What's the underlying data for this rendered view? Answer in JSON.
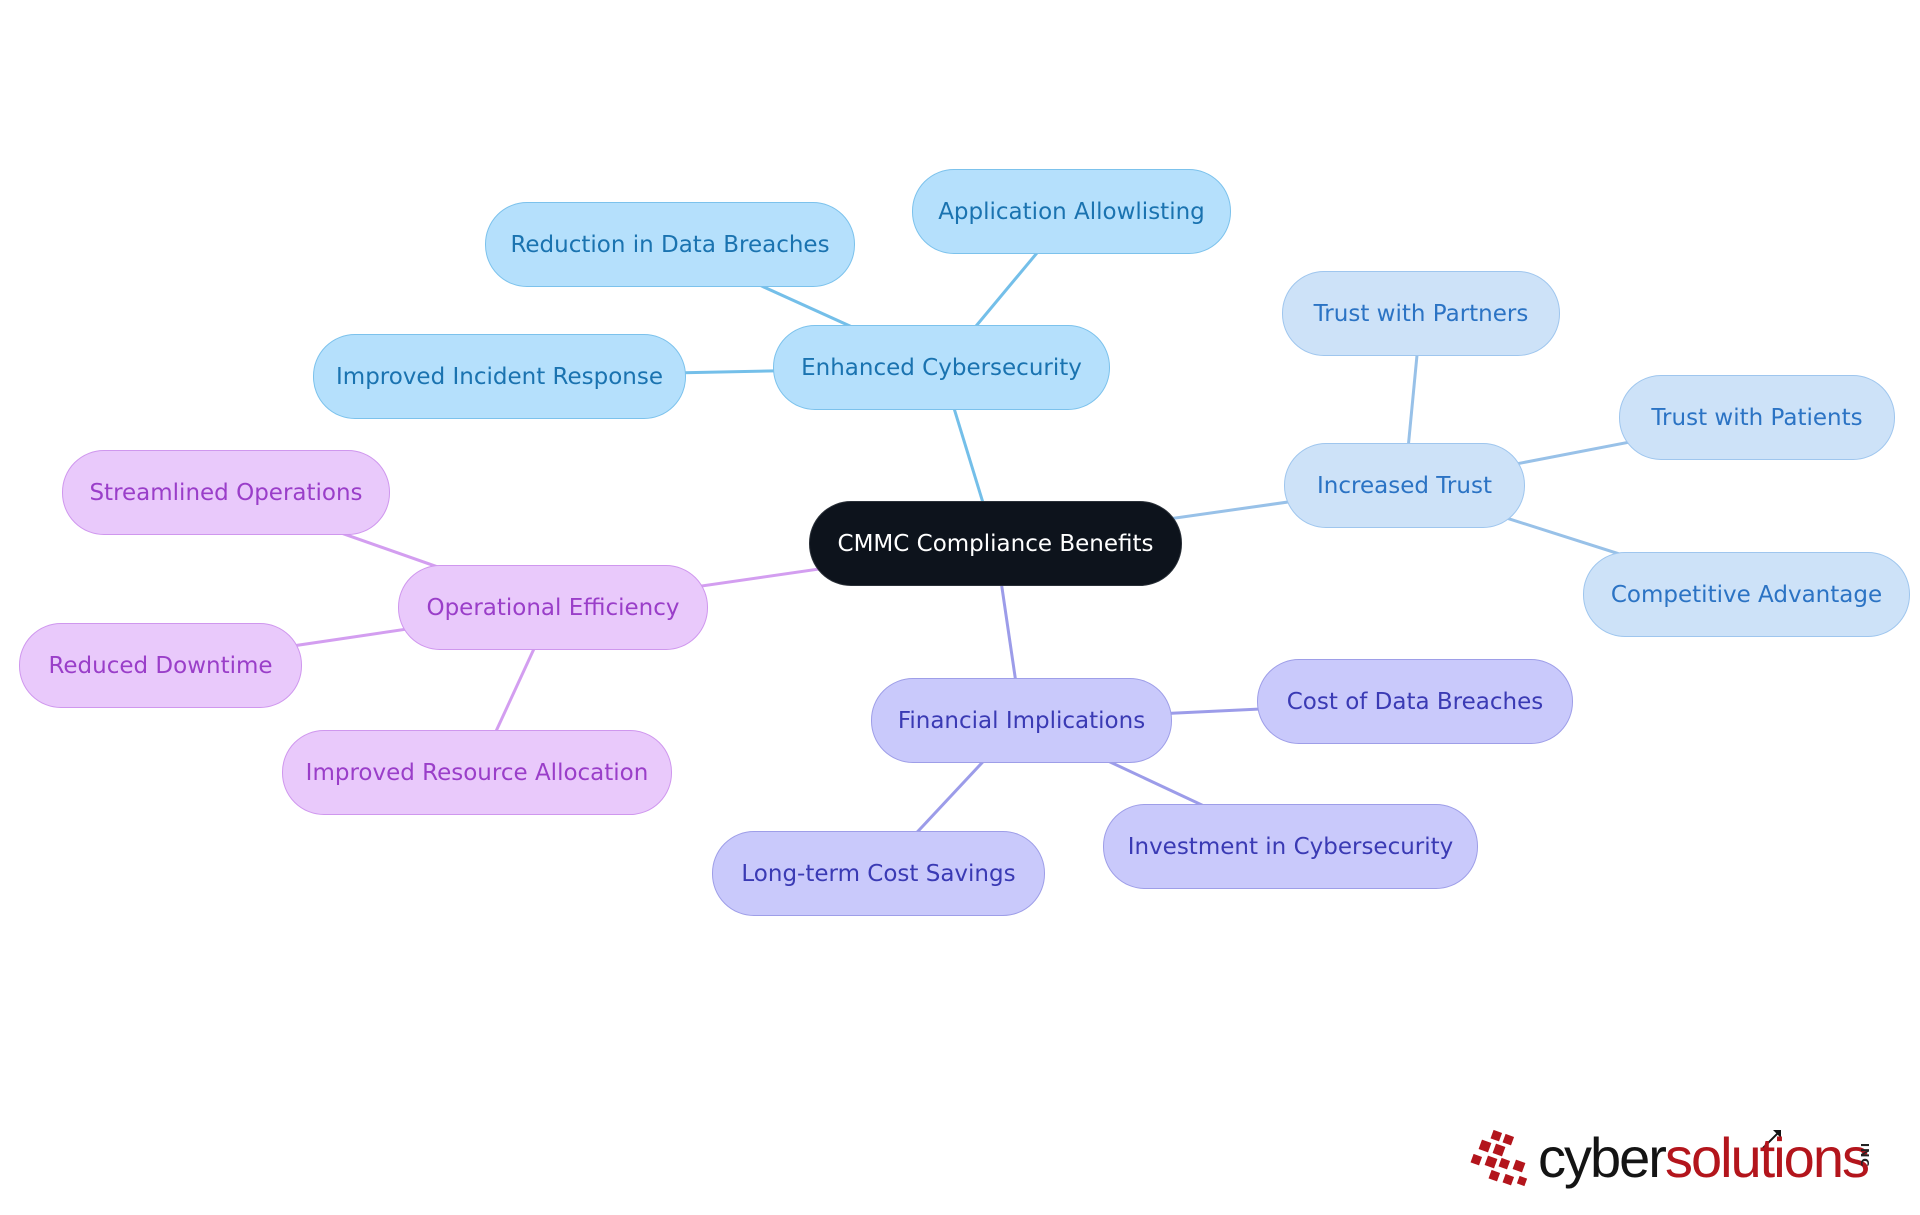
{
  "diagram": {
    "root": {
      "id": "root",
      "label": "CMMC Compliance Benefits"
    },
    "branches": [
      {
        "id": "cyber",
        "label": "Enhanced Cybersecurity",
        "color": "#74bfe9",
        "children": [
          {
            "id": "cyber-c1",
            "label": "Reduction in Data Breaches"
          },
          {
            "id": "cyber-c2",
            "label": "Application Allowlisting"
          },
          {
            "id": "cyber-c3",
            "label": "Improved Incident Response"
          }
        ]
      },
      {
        "id": "trust",
        "label": "Increased Trust",
        "color": "#98c1e8",
        "children": [
          {
            "id": "trust-c1",
            "label": "Trust with Partners"
          },
          {
            "id": "trust-c2",
            "label": "Trust with Patients"
          },
          {
            "id": "trust-c3",
            "label": "Competitive Advantage"
          }
        ]
      },
      {
        "id": "fin",
        "label": "Financial Implications",
        "color": "#9c9ce9",
        "children": [
          {
            "id": "fin-c1",
            "label": "Cost of Data Breaches"
          },
          {
            "id": "fin-c2",
            "label": "Investment in Cybersecurity"
          },
          {
            "id": "fin-c3",
            "label": "Long-term Cost Savings"
          }
        ]
      },
      {
        "id": "ops",
        "label": "Operational Efficiency",
        "color": "#d39ef0",
        "children": [
          {
            "id": "ops-c1",
            "label": "Streamlined Operations"
          },
          {
            "id": "ops-c2",
            "label": "Reduced Downtime"
          },
          {
            "id": "ops-c3",
            "label": "Improved Resource Allocation"
          }
        ]
      }
    ]
  },
  "logo": {
    "word_dark": "cyber",
    "word_red": "solutions",
    "suffix": "INC",
    "red": "#b3151c"
  }
}
